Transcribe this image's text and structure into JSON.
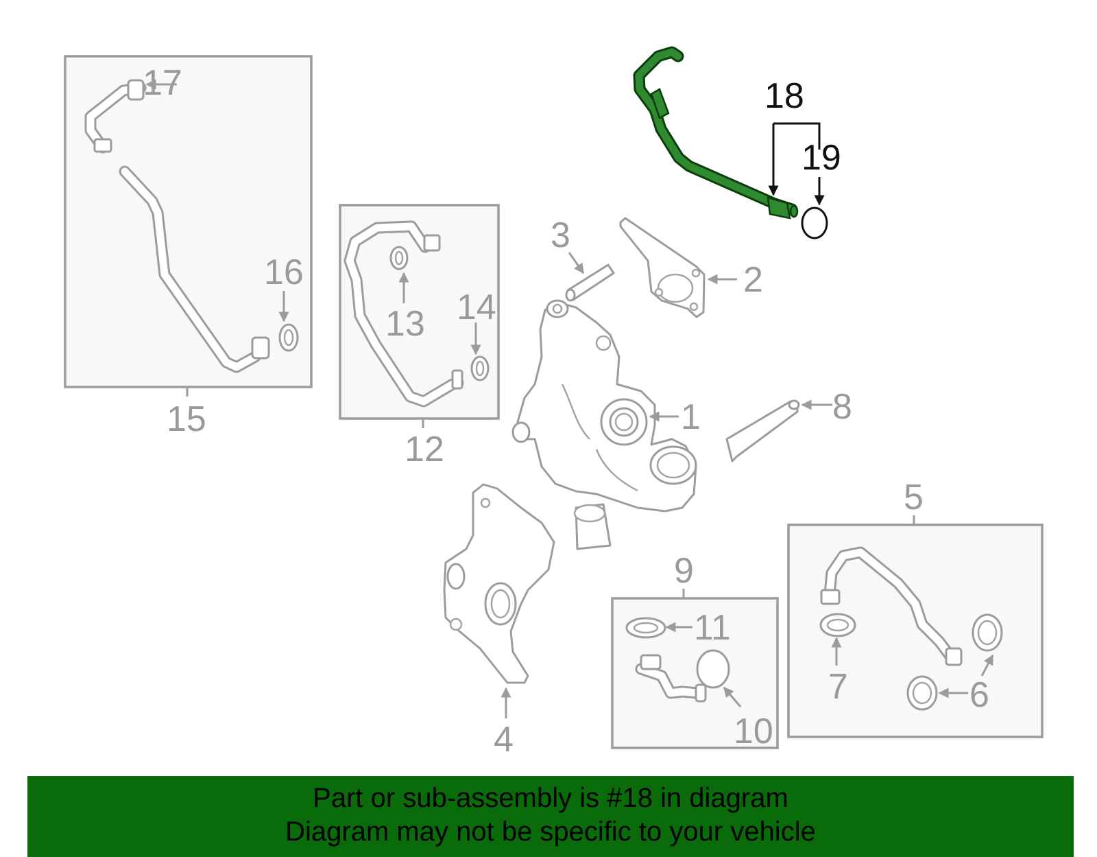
{
  "callouts": {
    "c1": "1",
    "c2": "2",
    "c3": "3",
    "c4": "4",
    "c5": "5",
    "c6": "6",
    "c7": "7",
    "c8": "8",
    "c9": "9",
    "c10": "10",
    "c11": "11",
    "c12": "12",
    "c13": "13",
    "c14": "14",
    "c15": "15",
    "c16": "16",
    "c17": "17",
    "c18": "18",
    "c19": "19"
  },
  "banner": {
    "line1": "Part or sub-assembly is #18 in diagram",
    "line2": "Diagram may not be specific to your vehicle"
  },
  "colors": {
    "highlight": "#2f8a2f",
    "highlight_stroke": "#0d3d0d",
    "banner_bg": "#0a6b0a",
    "outline": "#9c9c9c",
    "text": "#000000"
  },
  "icons": {
    "arrow": "arrow-icon"
  }
}
